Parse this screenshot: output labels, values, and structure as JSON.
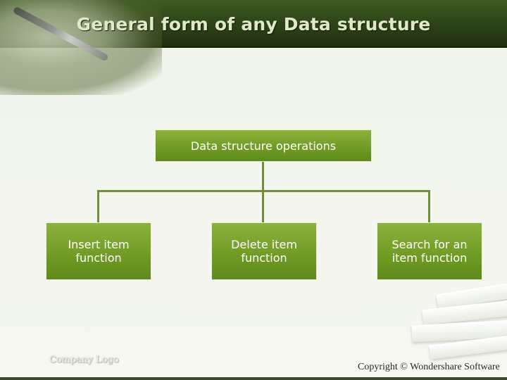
{
  "slide": {
    "title": "General form of any Data structure",
    "footer_logo": "Company Logo",
    "footer_copyright": "Copyright © Wondershare Software"
  },
  "diagram": {
    "root": "Data structure operations",
    "children": [
      "Insert item\nfunction",
      "Delete item\nfunction",
      "Search for an\nitem function"
    ]
  }
}
